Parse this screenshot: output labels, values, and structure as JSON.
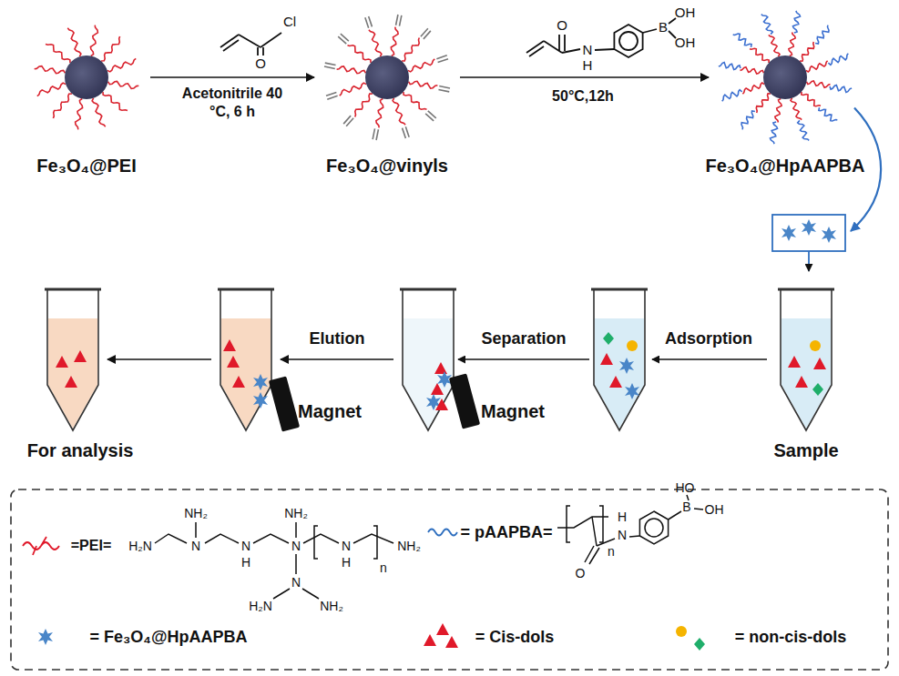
{
  "diagram": {
    "nodes": [
      {
        "text": [
          "Fe₃O₄@PEI"
        ]
      },
      {
        "text": [
          "Fe₃O₄@vinyls"
        ]
      },
      {
        "text": [
          "Fe₃O₄@HpAAPBA"
        ]
      },
      {
        "text": [
          "Sample"
        ]
      },
      {
        "text": [
          "Magnet"
        ]
      },
      {
        "text": [
          "Magnet"
        ]
      },
      {
        "text": [
          "For analysis"
        ]
      }
    ],
    "edges": [
      {
        "from": 0,
        "to": 1,
        "label": "Acetonitrile 40 °C, 6 h",
        "arrow": "to"
      },
      {
        "from": 1,
        "to": 2,
        "label": "50°C,12h",
        "arrow": "to"
      },
      {
        "from": 2,
        "to": 3,
        "arrow": "to"
      },
      {
        "from": 4,
        "to": 5,
        "label": "Elution",
        "arrow": "to"
      },
      {
        "from": 5,
        "to": 6,
        "arrow": "to"
      }
    ],
    "labels": [
      "Cl",
      "O",
      "O",
      "N",
      "H",
      "B",
      "OH",
      "OH",
      "Adsorption",
      "Separation",
      "=PEI=",
      "H₂N",
      "N",
      "NH₂",
      "N",
      "H",
      "N",
      "NH₂",
      "N",
      "H₂N",
      "NH₂",
      "N",
      "H",
      "n",
      "NH₂",
      "= pAAPBA=",
      "H",
      "N",
      "n",
      "O",
      "HO",
      "B",
      "OH"
    ],
    "legend": [
      {
        "text": "= Fe₃O₄@HpAAPBA"
      },
      {
        "text": "= Cis-dols"
      },
      {
        "text": "= non-cis-dols"
      }
    ]
  }
}
